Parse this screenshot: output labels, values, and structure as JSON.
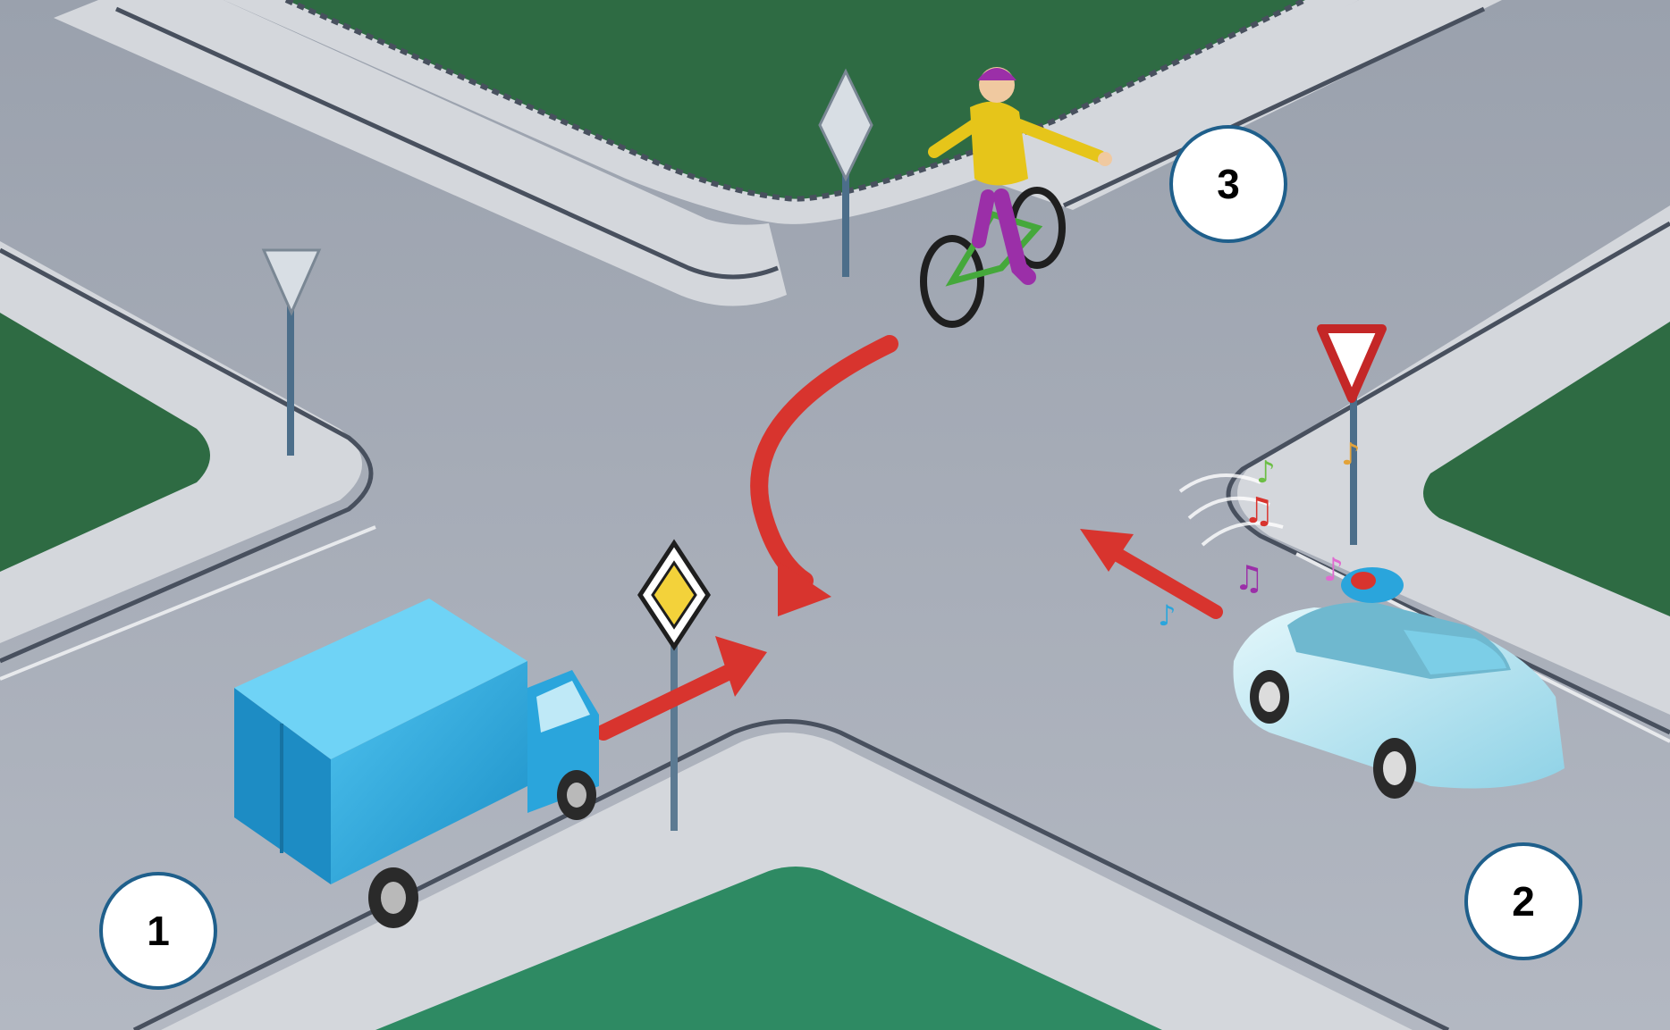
{
  "markers": {
    "m1": "1",
    "m2": "2",
    "m3": "3"
  },
  "colors": {
    "road": "#a9afbb",
    "sidewalk": "#d4d7dc",
    "curb": "#48505e",
    "grass": "#2e6b43",
    "arrow": "#d8342e",
    "truck": "#2aa5dc",
    "police_car": "#bfe7f2",
    "cyclist_jacket": "#e6c51a",
    "cyclist_pants": "#9b2fa8",
    "marker_border": "#1f5f8b"
  },
  "signs": {
    "priority_road_left_side": "priority-road-sign",
    "priority_road_top": "priority-road-sign",
    "give_way_left": "give-way-sign",
    "give_way_right": "give-way-sign"
  },
  "participants": {
    "vehicle_1": "truck",
    "vehicle_2": "police-car",
    "vehicle_3": "cyclist"
  }
}
